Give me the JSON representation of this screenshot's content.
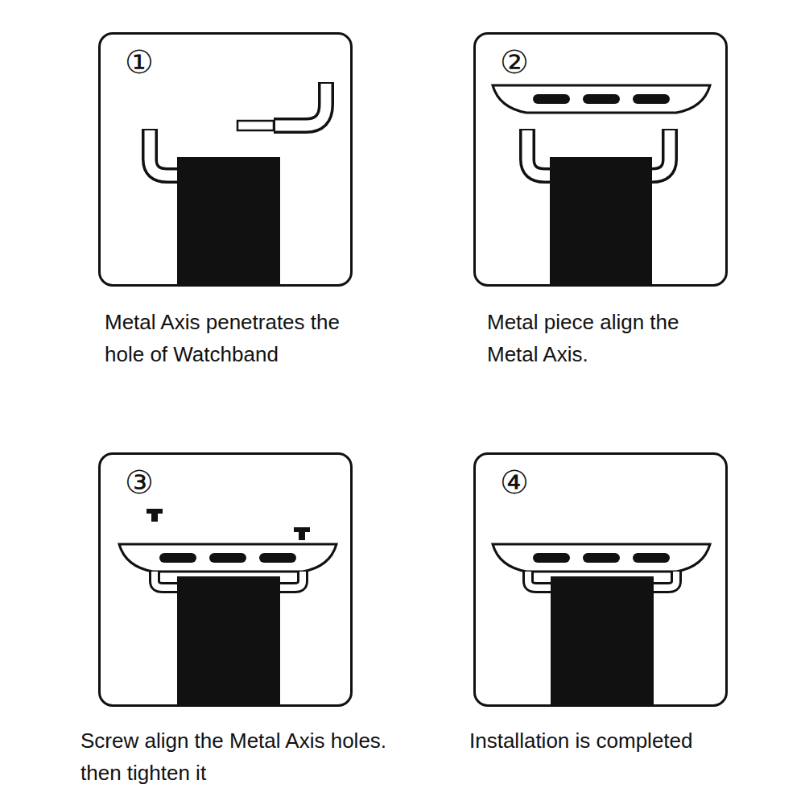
{
  "diagram": {
    "nodes": [
      {
        "text": [
          "①"
        ]
      },
      {
        "text": [
          "②"
        ]
      },
      {
        "text": [
          "③"
        ]
      },
      {
        "text": [
          "④"
        ]
      }
    ],
    "labels": [
      "Metal Axis penetrates the hole of Watchband",
      "Metal piece align the Metal Axis.",
      "Screw align the Metal Axis holes. then tighten it",
      "Installation is completed"
    ]
  }
}
